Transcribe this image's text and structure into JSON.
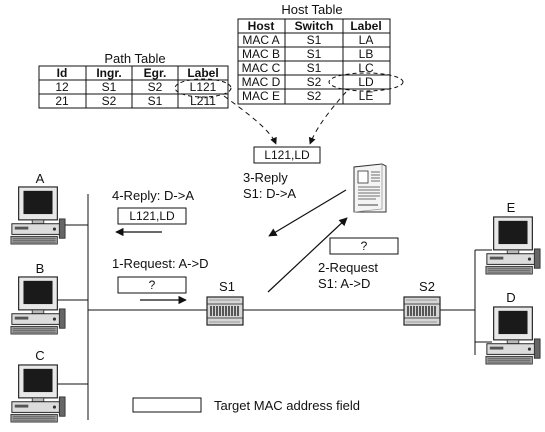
{
  "path_table": {
    "title": "Path Table",
    "headers": [
      "Id",
      "Ingr.",
      "Egr.",
      "Label"
    ],
    "rows": [
      [
        "12",
        "S1",
        "S2",
        "L121"
      ],
      [
        "21",
        "S2",
        "S1",
        "L211"
      ]
    ]
  },
  "host_table": {
    "title": "Host Table",
    "headers": [
      "Host",
      "Switch",
      "Label"
    ],
    "rows": [
      [
        "MAC A",
        "S1",
        "LA"
      ],
      [
        "MAC B",
        "S1",
        "LB"
      ],
      [
        "MAC C",
        "S1",
        "LC"
      ],
      [
        "MAC D",
        "S2",
        "LD"
      ],
      [
        "MAC E",
        "S2",
        "LE"
      ]
    ]
  },
  "hosts": {
    "a": "A",
    "b": "B",
    "c": "C",
    "d": "D",
    "e": "E"
  },
  "switches": {
    "s1": "S1",
    "s2": "S2"
  },
  "messages": {
    "label_box": "L121,LD",
    "reply3_line1": "3-Reply",
    "reply3_line2": "S1: D->A",
    "reply4": "4-Reply: D->A",
    "reply4_box": "L121,LD",
    "request1": "1-Request: A->D",
    "request1_box": "?",
    "request2_line1": "2-Request",
    "request2_line2": "S1: A->D",
    "request2_box": "?"
  },
  "legend": {
    "text": "Target MAC address field"
  }
}
